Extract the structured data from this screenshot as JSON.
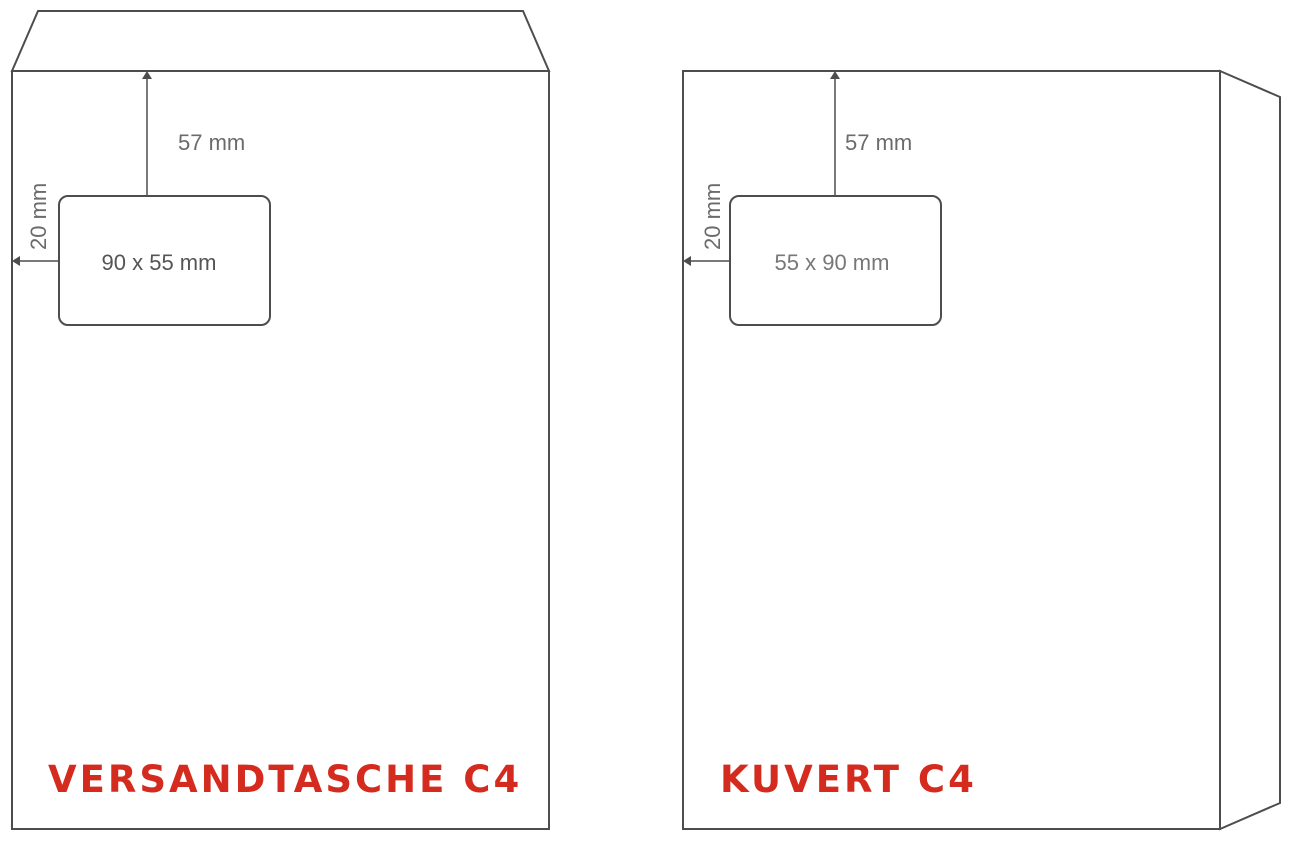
{
  "colors": {
    "outline": "#4d4d4d",
    "label_text": "#6b6b6b",
    "accent_red": "#d52b1e"
  },
  "envelopes": [
    {
      "title": "VERSANDTASCHE C4",
      "window_size": "90 x 55 mm",
      "top_offset": "57 mm",
      "left_offset": "20 mm",
      "window_text_color": "#555555"
    },
    {
      "title": "KUVERT C4",
      "window_size": "55 x 90 mm",
      "top_offset": "57 mm",
      "left_offset": "20 mm",
      "window_text_color": "#777777"
    }
  ]
}
